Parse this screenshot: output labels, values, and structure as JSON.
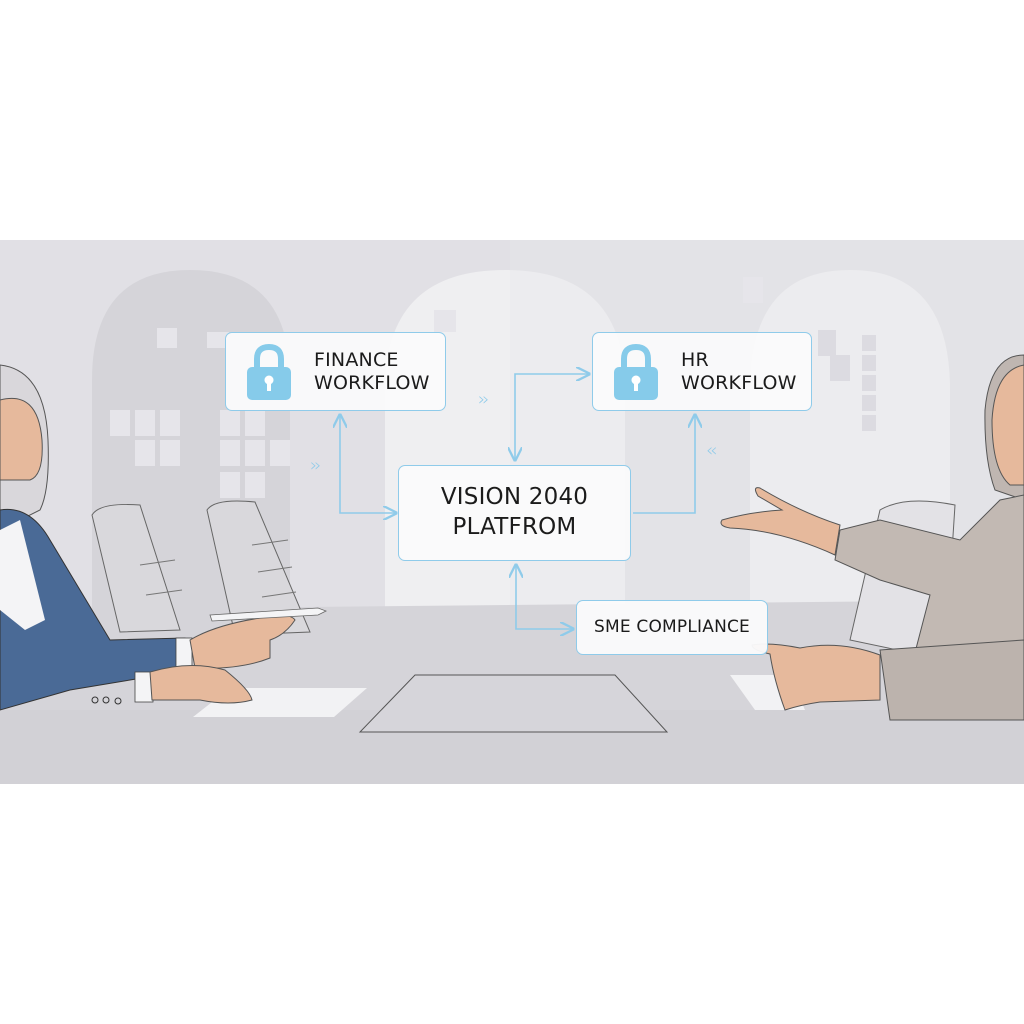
{
  "scene": {
    "description": "Meeting illustration with two women at a conference table and a floating process diagram",
    "colors": {
      "background": "#e1e0e5",
      "arch_light": "#efeff1",
      "arch_dark": "#d6d5da",
      "table": "#d3d2d7",
      "connector": "#8fcbea",
      "lock_icon": "#86cbea",
      "node_border": "#8fcbea",
      "node_fill": "#fafafb",
      "text": "#1b1b1b",
      "suit_blue": "#4a6a96",
      "beige_jacket": "#c2b9b3",
      "skin": "#e6b99c",
      "hijab": "#d9d7db"
    }
  },
  "diagram": {
    "nodes": {
      "finance": {
        "line1": "FINANCE",
        "line2": "WORKFLOW",
        "icon": "lock-icon"
      },
      "hr": {
        "line1": "HR",
        "line2": "WORKFLOW",
        "icon": "lock-icon"
      },
      "platform": {
        "line1": "VISION 2040",
        "line2": "PLATFROM"
      },
      "sme": {
        "label": "SME COMPLIANCE"
      }
    },
    "chevrons": {
      "left_mid": "››",
      "top_mid": "››",
      "right_mid": "‹‹"
    },
    "edges": [
      {
        "from": "platform",
        "to": "finance",
        "type": "bidirectional-elbow"
      },
      {
        "from": "platform",
        "to": "hr",
        "type": "bidirectional-elbow"
      },
      {
        "from": "platform",
        "to": "hr",
        "type": "elbow-up-right"
      },
      {
        "from": "platform",
        "to": "sme",
        "type": "bidirectional-elbow"
      }
    ]
  }
}
